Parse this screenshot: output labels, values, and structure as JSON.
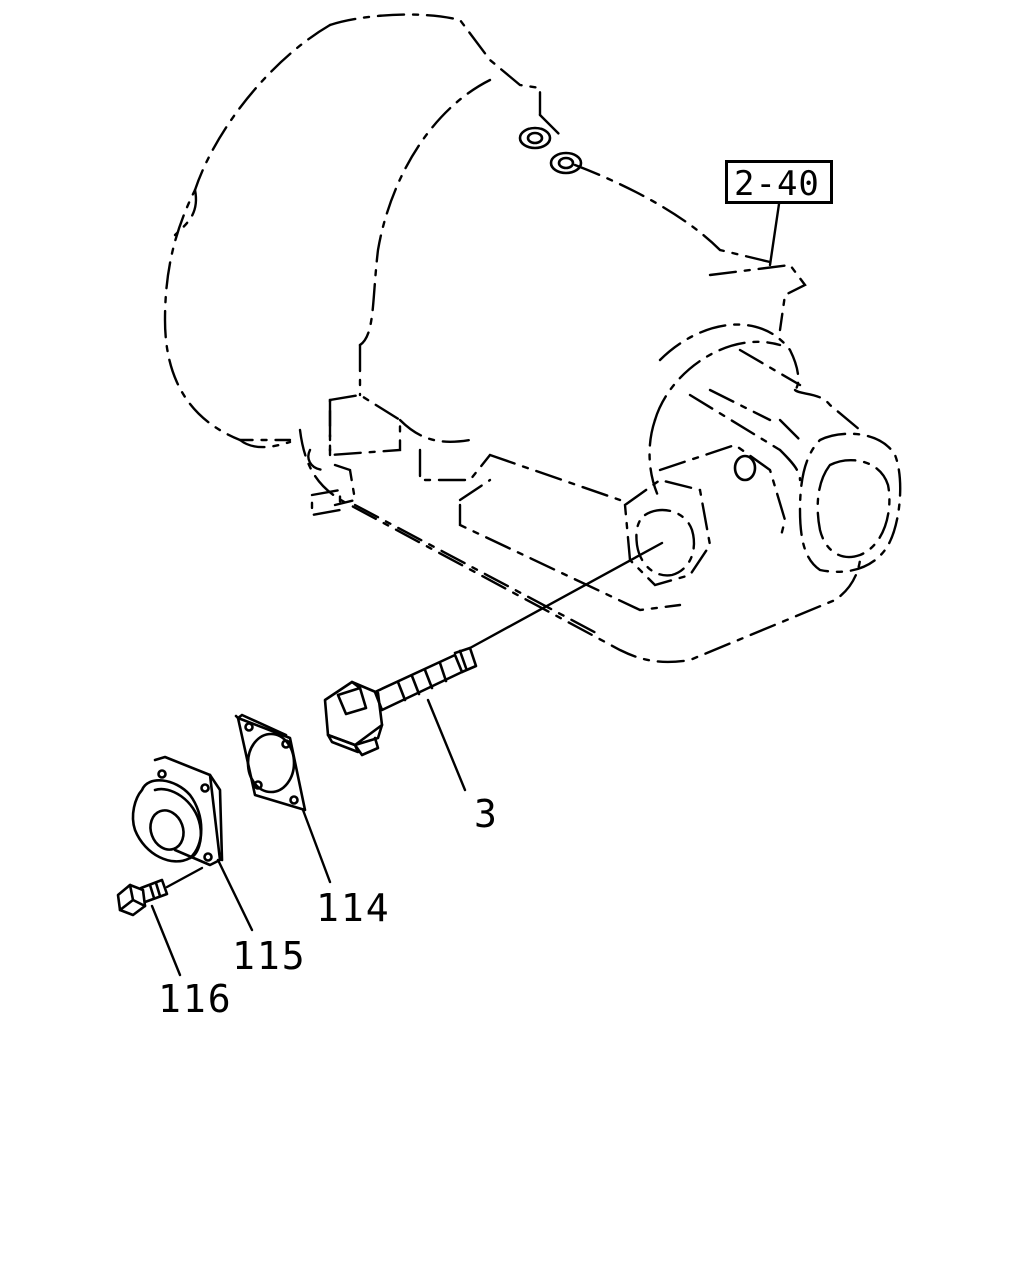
{
  "diagram": {
    "reference_box": {
      "label": "2-40"
    },
    "callouts": [
      {
        "id": "part-3",
        "label": "3"
      },
      {
        "id": "part-114",
        "label": "114"
      },
      {
        "id": "part-115",
        "label": "115"
      },
      {
        "id": "part-116",
        "label": "116"
      }
    ]
  }
}
